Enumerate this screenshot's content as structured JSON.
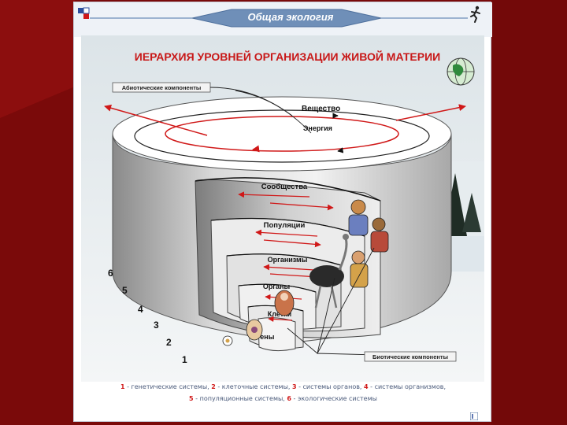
{
  "header": {
    "title": "Общая экология"
  },
  "diagram": {
    "title": "ИЕРАРХИЯ УРОВНЕЙ ОРГАНИЗАЦИИ ЖИВОЙ МАТЕРИИ",
    "abiotic_label": "Абиотические компоненты",
    "biotic_label": "Биотические компоненты",
    "flows": {
      "substance": "Вещество",
      "energy": "Энергия"
    },
    "levels": [
      {
        "number": "6",
        "name": "Сообщества"
      },
      {
        "number": "5",
        "name": "Популяции"
      },
      {
        "number": "4",
        "name": "Организмы"
      },
      {
        "number": "3",
        "name": "Органы"
      },
      {
        "number": "2",
        "name": "Клетки"
      },
      {
        "number": "1",
        "name": "Гены"
      }
    ]
  },
  "legend": {
    "line1": [
      {
        "num": "1",
        "text": " - генетические системы, "
      },
      {
        "num": "2",
        "text": " - клеточные системы, "
      },
      {
        "num": "3",
        "text": " - системы органов, "
      },
      {
        "num": "4",
        "text": " - системы организмов,"
      }
    ],
    "line2": [
      {
        "num": "5",
        "text": " - популяционные системы, "
      },
      {
        "num": "6",
        "text": " - экологические системы"
      }
    ]
  },
  "colors": {
    "background": "#7a0a0a",
    "header_ribbon": "#6f8fb8",
    "title_red": "#c81818",
    "arrow_red": "#d01818",
    "legend_text": "#4a5a7a"
  },
  "icons": [
    "corner-logo-icon",
    "globe-icon",
    "runner-icon",
    "corner-mark-icon"
  ]
}
